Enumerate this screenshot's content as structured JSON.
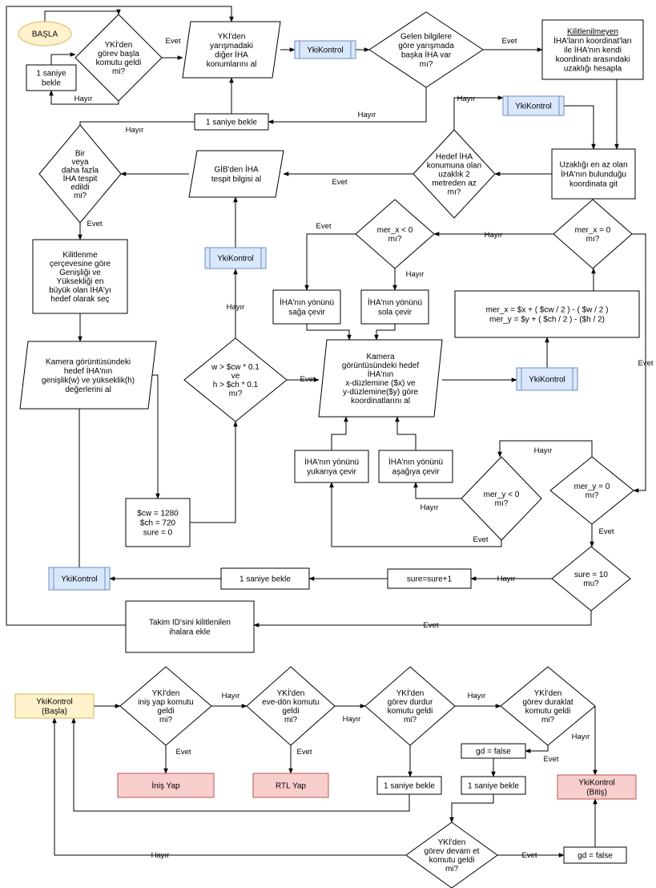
{
  "edge_labels": {
    "evet": "Evet",
    "hayir": "Hayır"
  },
  "nodes": {
    "basla": "BAŞLA",
    "n_gorev_basla": [
      "YKİ'den",
      "görev başla",
      "komutu geldi",
      "mi?"
    ],
    "n_bekle_1a": [
      "1 saniye",
      "bekle"
    ],
    "n_diger_iha": [
      "YKİ'den",
      "yarışmadaki",
      "diğer İHA",
      "konumlarını al"
    ],
    "n_yki_1": "YkiKontrol",
    "n_baska_iha": [
      "Gelen bilgilere",
      "göre yarışmada",
      "başka İHA var",
      "mı?"
    ],
    "n_uzaklik_hesapla": [
      "Kilitlenilmeyen",
      "İHA'ların koordinat'ları",
      "ile İHA'nın kendi",
      "koordinatı arasındaki",
      "uzaklığı hesapla"
    ],
    "n_bekle_1b": "1 saniye bekle",
    "n_yki_2": "YkiKontrol",
    "n_hedef_yakin": [
      "Hedef İHA",
      "konumuna olan",
      "uzaklık 2",
      "metreden az",
      "mı?"
    ],
    "n_git": [
      "Uzaklığı en az olan",
      "İHA'nın bulunduğu",
      "koordinata git"
    ],
    "n_gib": [
      "GİB'den İHA",
      "tespit bilgisi al"
    ],
    "n_tespit": [
      "Bir",
      "veya",
      "daha fazla",
      "İHA tespit",
      "edildi",
      "mi?"
    ],
    "n_hedef_sec": [
      "Kilitlenme",
      "çerçevesine göre",
      "Genişliği ve",
      "Yüksekliği en",
      "büyük olan İHA'yı",
      "hedef olarak seç"
    ],
    "n_yki_3": "YkiKontrol",
    "n_mer_x_neg": [
      "mer_x < 0",
      "mı?"
    ],
    "n_mer_x_zero": [
      "mer_x = 0",
      "mı?"
    ],
    "n_saga": [
      "İHA'nın yönünü",
      "sağa çevir"
    ],
    "n_sola": [
      "İHA'nın yönünü",
      "sola çevir"
    ],
    "n_mer_formula": [
      "mer_x = $x + ( $cw / 2 ) - ( $w / 2 )",
      "mer_y = $y + ( $ch / 2 ) - ($h / 2)"
    ],
    "n_kamera_al": [
      "Kamera görüntüsündeki",
      "hedef İHA'nın",
      "genişlik(w) ve yükseklik(h)",
      "değerlerini al"
    ],
    "n_wh": [
      "w > $cw * 0.1",
      "ve",
      "h > $ch * 0.1",
      "mı?"
    ],
    "n_koordinat": [
      "Kamera",
      "görüntüsündeki hedef",
      "İHA'nın",
      "x-düzlemine ($x) ve",
      "y-düzlemine($y) göre",
      "koordinatlarını al"
    ],
    "n_yki_4": "YkiKontrol",
    "n_yukari": [
      "İHA'nın yönünü",
      "yukarıya çevir"
    ],
    "n_asagi": [
      "İHA'nın yönünü",
      "aşağıya çevir"
    ],
    "n_mer_y_neg": [
      "mer_y < 0",
      "mı?"
    ],
    "n_mer_y_zero": [
      "mer_y = 0",
      "mı?"
    ],
    "n_sabitler": [
      "$cw = 1280",
      "$ch = 720",
      "sure = 0"
    ],
    "n_yki_5": "YkiKontrol",
    "n_bekle_1c": "1 saniye bekle",
    "n_sure_artir": "sure=sure+1",
    "n_sure_10": [
      "sure = 10",
      "mu?"
    ],
    "n_takim_id": [
      "Takim ID'sini kilitlenilen",
      "ihalara ekle"
    ],
    "yk_basla": [
      "YkiKontrol",
      "(Başla)"
    ],
    "yk_inis": [
      "YKİ'den",
      "iniş yap komutu",
      "geldi",
      "mi?"
    ],
    "yk_evedon": [
      "YKİ'den",
      "eve-dön komutu",
      "geldi",
      "mi?"
    ],
    "yk_durdur": [
      "YKİ'den",
      "görev durdur",
      "komutu geldi",
      "mi?"
    ],
    "yk_duraklat": [
      "YKİ'den",
      "görev duraklat",
      "komutu geldi",
      "mi?"
    ],
    "yk_inis_yap": "İniş Yap",
    "yk_rtl_yap": "RTL Yap",
    "yk_bekle_a": "1 saniye bekle",
    "yk_gd_false_a": "gd = false",
    "yk_bekle_b": "1 saniye bekle",
    "yk_bitis": [
      "YkiKontrol",
      "(Bitiş)"
    ],
    "yk_devam": [
      "YKİ'den",
      "görev devam et",
      "komutu geldi",
      "mi?"
    ],
    "yk_gd_false_b": "gd = false"
  },
  "colors": {
    "start_fill": "#fff2cc",
    "start_stroke": "#d6b656",
    "subproc_fill": "#dae8fc",
    "subproc_stroke": "#6c8ebf",
    "terminal_fill": "#f8cecc",
    "terminal_stroke": "#b85450",
    "line": "#000000"
  }
}
